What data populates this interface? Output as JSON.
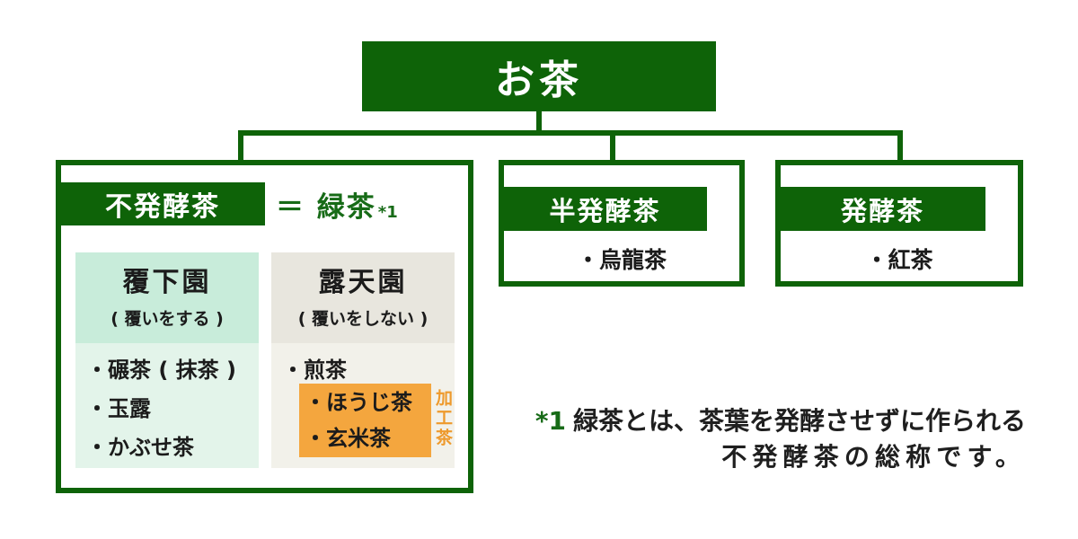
{
  "colors": {
    "green": "#0e6308",
    "green_text": "#176b17",
    "mint_header": "#c8ecda",
    "mint_body": "#e3f4ea",
    "beige_header": "#e8e6de",
    "beige_body": "#f2f1ea",
    "orange_box": "#f4a63e",
    "orange_text": "#ee9a2d",
    "text": "#1b1b1b",
    "background": "#ffffff"
  },
  "root": {
    "label": "お茶"
  },
  "branches": {
    "unfermented": {
      "title": "不発酵茶",
      "equals": "＝ 緑茶",
      "footnote_ref": "*1",
      "columns": [
        {
          "name": "覆下園",
          "subtitle": "( 覆いをする )",
          "items": [
            "・碾茶 ( 抹茶 )",
            "・玉露",
            "・かぶせ茶"
          ]
        },
        {
          "name": "露天園",
          "subtitle": "( 覆いをしない )",
          "items": [
            "・煎茶"
          ],
          "highlighted_items": [
            "・ほうじ茶",
            "・玄米茶"
          ],
          "highlight_label": "加工茶"
        }
      ]
    },
    "semi_fermented": {
      "title": "半発酵茶",
      "items": [
        "・烏龍茶"
      ]
    },
    "fermented": {
      "title": "発酵茶",
      "items": [
        "・紅茶"
      ]
    }
  },
  "footnote": {
    "marker": "*1",
    "line1": "緑茶とは、茶葉を発酵させずに作られる",
    "line2": "不発酵茶の総称です。"
  }
}
